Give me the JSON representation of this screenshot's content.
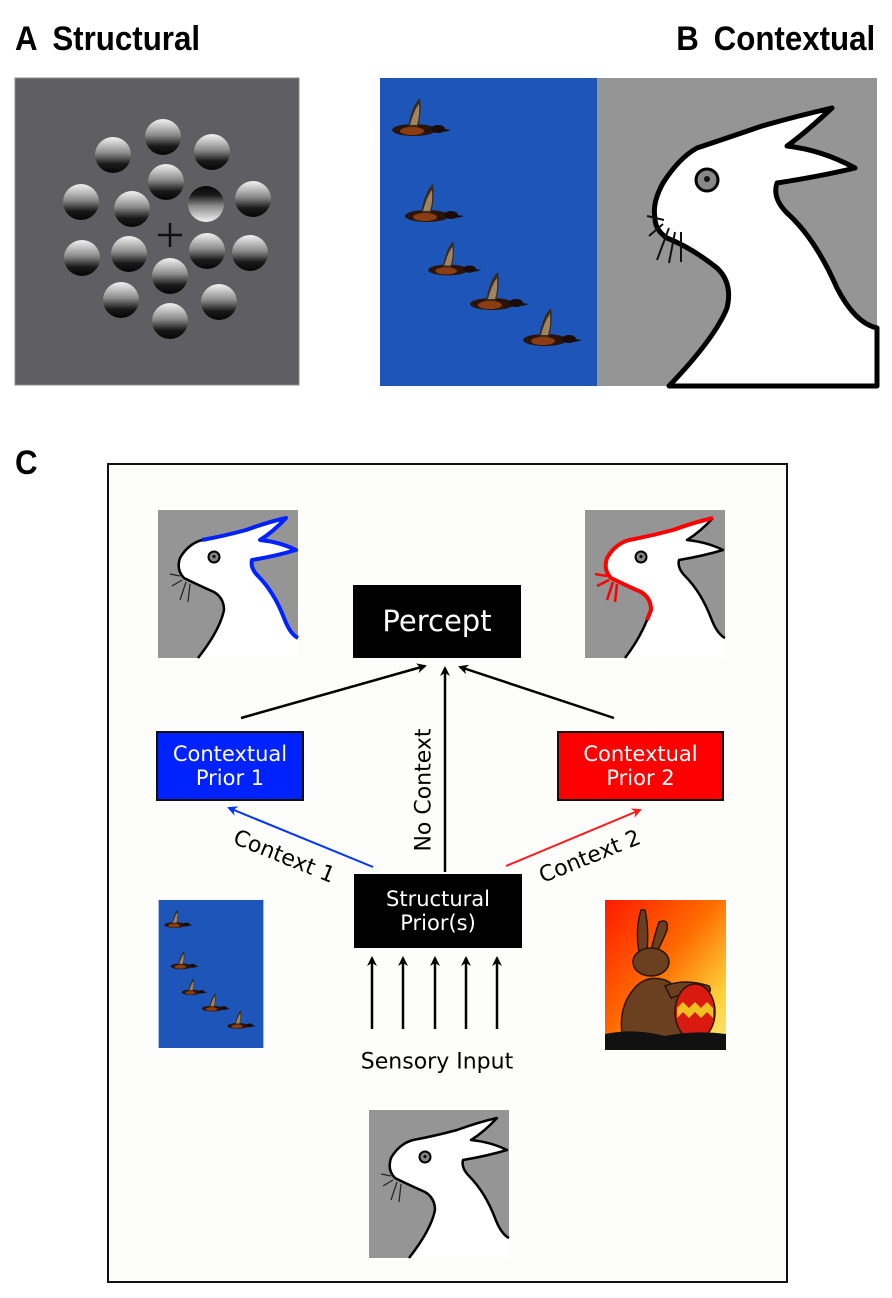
{
  "panels": {
    "a": {
      "letter": "A",
      "title": "Structural"
    },
    "b": {
      "letter": "B",
      "title": "Contextual"
    },
    "c": {
      "letter": "C"
    }
  },
  "diagram": {
    "percept": "Percept",
    "contextual_prior_1": {
      "line1": "Contextual",
      "line2": "Prior 1"
    },
    "contextual_prior_2": {
      "line1": "Contextual",
      "line2": "Prior 2"
    },
    "structural_prior": {
      "line1": "Structural",
      "line2": "Prior(s)"
    },
    "no_context": "No Context",
    "context_1": "Context 1",
    "context_2": "Context 2",
    "sensory_input": "Sensory Input"
  },
  "colors": {
    "blue_prior": "#0022ff",
    "red_prior": "#ff0000",
    "sky_blue": "#1d55b8",
    "stimulus_gray": "#5f5f63",
    "rabbit_bg": "#959595"
  },
  "images": {
    "shaded_discs": "shaded-discs-illusion",
    "ducks": "flying-ducks-photo",
    "rabbit": "duck-rabbit-drawing",
    "easter_bunny": "easter-bunny-illustration"
  }
}
